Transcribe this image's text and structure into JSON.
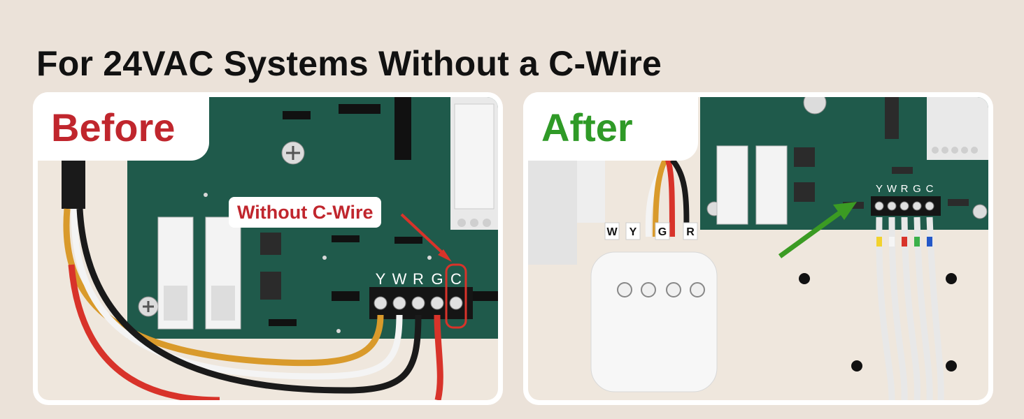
{
  "headline": "For 24VAC Systems Without a C-Wire",
  "before": {
    "tag": "Before",
    "callout": "Without C-Wire",
    "terminal_labels": [
      "Y",
      "W",
      "R",
      "G",
      "C"
    ]
  },
  "after": {
    "tag": "After",
    "adapter_labels": [
      "W",
      "Y",
      "G",
      "R"
    ],
    "terminal_labels": [
      "Y",
      "W",
      "R",
      "G",
      "C"
    ]
  },
  "colors": {
    "before_tag": "#c0262d",
    "after_tag": "#2f9a27",
    "board": "#1f5a4b",
    "wire_orange": "#d99a2b",
    "wire_red": "#d8332a",
    "wire_white": "#f4f4f4",
    "wire_black": "#1a1a1a",
    "arrow_red": "#d8332a",
    "arrow_green": "#3b9b23"
  }
}
